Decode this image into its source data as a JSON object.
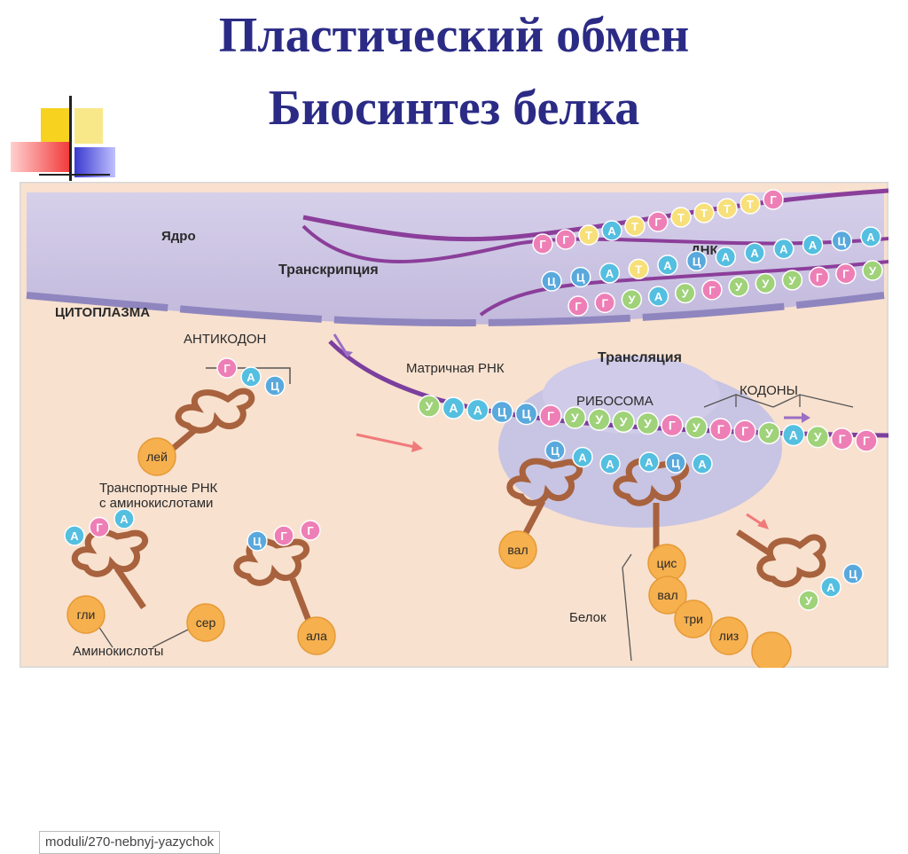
{
  "title_line1": "Пластический обмен",
  "title_line2": "Биосинтез белка",
  "labels": {
    "nucleus": "Ядро",
    "transcription": "Транскрипция",
    "cytoplasm": "ЦИТОПЛАЗМА",
    "anticodon": "АНТИКОДОН",
    "dna": "ДНК",
    "mrna": "Матричная РНК",
    "translation": "Трансляция",
    "ribosome": "РИБОСОМА",
    "codons": "КОДОНЫ",
    "trna_line1": "Транспортные РНК",
    "trna_line2": "с аминокислотами",
    "protein": "Белок",
    "aminoacids_partial": "Аминокислоты"
  },
  "sequences": {
    "dna_top": [
      "Г",
      "Г",
      "Т",
      "А",
      "Т",
      "Г",
      "Т",
      "Т",
      "Т",
      "Т",
      "Г"
    ],
    "dna_bottom": [
      "Ц",
      "Ц",
      "А",
      "Т",
      "А",
      "Ц",
      "А",
      "А",
      "А",
      "А",
      "Ц",
      "А"
    ],
    "rna_in_nucleus": [
      "Г",
      "Г",
      "У",
      "А",
      "У",
      "Г",
      "У",
      "У",
      "У",
      "Г",
      "Г",
      "У"
    ],
    "mrna_translation": [
      "У",
      "А",
      "А",
      "Ц",
      "Ц",
      "Г",
      "У",
      "У",
      "У",
      "У",
      "Г",
      "У",
      "Г",
      "Г",
      "У",
      "А",
      "У",
      "Г",
      "Г"
    ],
    "anticodon_free": [
      "Г",
      "А",
      "Ц"
    ],
    "anticodon_ribosome_1": [
      "Ц",
      "А",
      "А"
    ],
    "anticodon_ribosome_2": [
      "А",
      "Ц",
      "А"
    ],
    "anticodon_gli": [
      "А",
      "Г",
      "А"
    ],
    "anticodon_ala": [
      "Ц",
      "Г",
      "Г"
    ],
    "anticodon_leaving": [
      "Ц",
      "А",
      "У"
    ]
  },
  "amino_acids": {
    "lei": "лей",
    "val": "вал",
    "gli": "гли",
    "ser": "сер",
    "ala": "ала",
    "protein_chain": [
      "цис",
      "вал",
      "три",
      "лиз"
    ]
  },
  "source_text": "moduli/270-nebnyj-yazychok",
  "colors": {
    "title": "#2b2b86",
    "nucleus": "#c9c1e0",
    "cytoplasm": "#f8e1cf",
    "trna": "#a8623e",
    "amino_acid": "#f6b04e",
    "nucleotide_Г": "#ee7fb6",
    "nucleotide_Ц": "#59a9dd",
    "nucleotide_А": "#54bfe0",
    "nucleotide_У": "#9fd279",
    "nucleotide_Т": "#f7e07a"
  }
}
